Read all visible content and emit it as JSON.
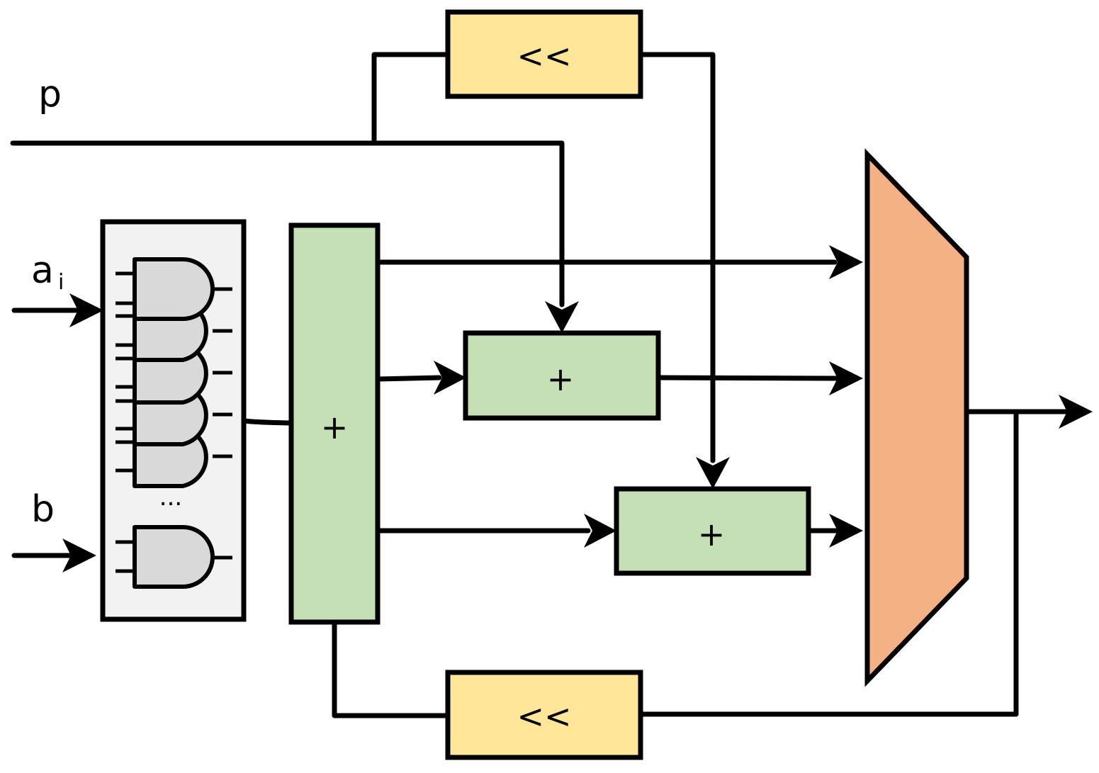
{
  "labels": {
    "p": "p",
    "a": "a",
    "a_sub": "i",
    "b": "b"
  },
  "blocks": {
    "shift_top": "<<",
    "shift_bottom": "<<",
    "adder_main": "+",
    "adder_mid": "+",
    "adder_low": "+",
    "gate_ellipsis": "..."
  },
  "colors": {
    "adder_fill": "#c5e0b4",
    "shift_fill": "#ffe699",
    "mux_fill": "#f4b183",
    "gate_bank_fill": "#f2f2f2",
    "gate_fill": "#d9d9d9"
  }
}
